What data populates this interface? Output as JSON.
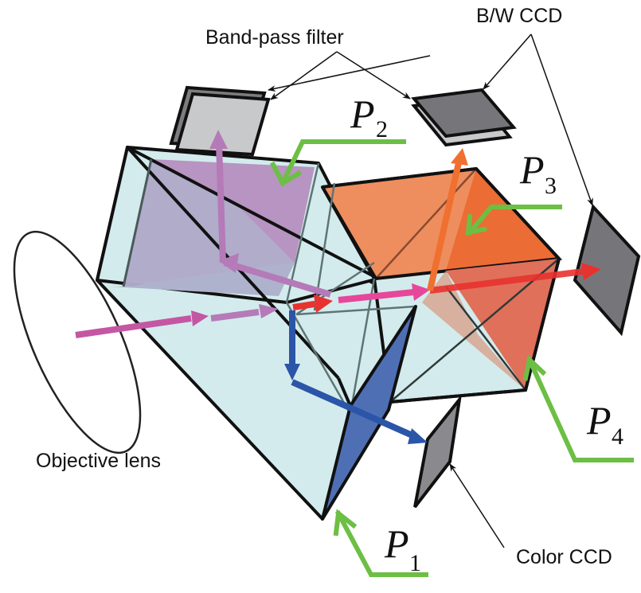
{
  "figure": {
    "title": "Four-prism beam splitter with CCD cameras",
    "labels": {
      "band_pass_filter": "Band-pass filter",
      "bw_ccd": "B/W CCD",
      "objective_lens": "Objective lens",
      "color_ccd": "Color CCD"
    },
    "prisms": [
      {
        "id": "P1",
        "letter": "P",
        "subscript": "1",
        "color": "#4f6fb5"
      },
      {
        "id": "P2",
        "letter": "P",
        "subscript": "2",
        "color": "#b48bbd"
      },
      {
        "id": "P3",
        "letter": "P",
        "subscript": "3",
        "color": "#ec6c35"
      },
      {
        "id": "P4",
        "letter": "P",
        "subscript": "4",
        "color": "#e0705a"
      }
    ],
    "colors": {
      "glass": "#cfe8e9",
      "glass_dark": "#b2d9dc",
      "pointer_green": "#6cbf44",
      "beam_input": "#c457a3",
      "beam_violet": "#b57ab8",
      "beam_red": "#e8322f",
      "beam_pink": "#e6479a",
      "beam_orange": "#f07030",
      "beam_blue": "#2b55a8",
      "sensor_dark": "#76767a",
      "filter_light": "#c8c9cb"
    }
  }
}
